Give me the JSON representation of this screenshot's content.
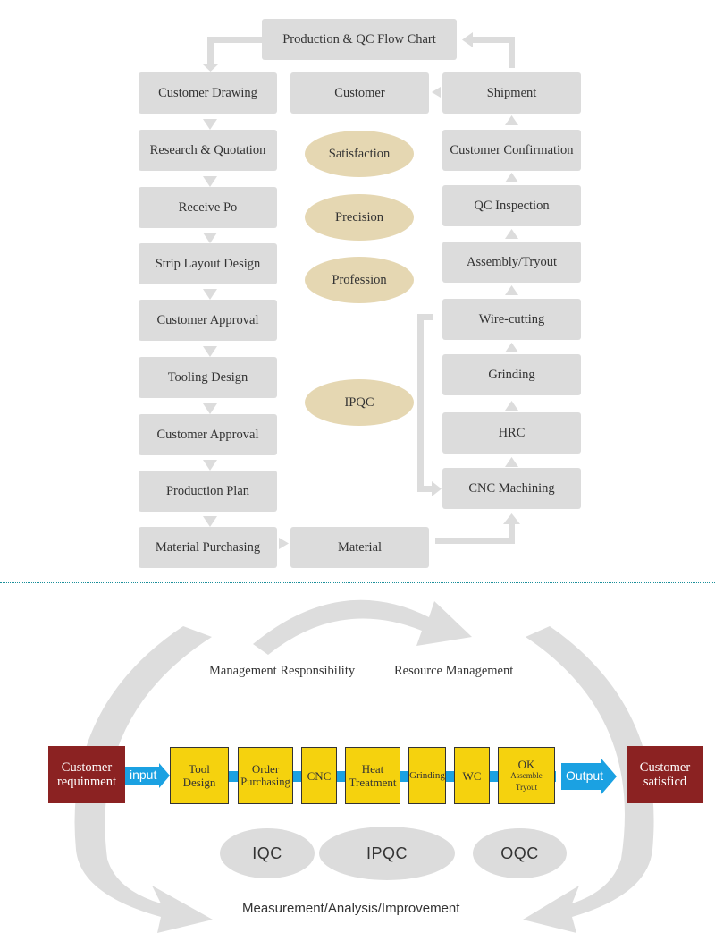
{
  "flow": {
    "title": "Production & QC Flow Chart",
    "left_column": [
      "Customer Drawing",
      "Research & Quotation",
      "Receive Po",
      "Strip Layout Design",
      "Customer Approval",
      "Tooling Design",
      "Customer Approval",
      "Production Plan",
      "Material Purchasing"
    ],
    "center": {
      "customer": "Customer",
      "material": "Material"
    },
    "right_column": [
      "Shipment",
      "Customer Confirmation",
      "QC Inspection",
      "Assembly/Tryout",
      "Wire-cutting",
      "Grinding",
      "HRC",
      "CNC Machining"
    ],
    "ovals": [
      "Satisfaction",
      "Precision",
      "Profession",
      "IPQC"
    ]
  },
  "qms": {
    "management": "Management Responsibility",
    "resource": "Resource Management",
    "measurement": "Measurement/Analysis/Improvement",
    "customer_in": {
      "line1": "Customer",
      "line2": "requinment"
    },
    "customer_out": {
      "line1": "Customer",
      "line2": "satisficd"
    },
    "input": "input",
    "output": "Output",
    "steps": [
      {
        "line1": "Tool",
        "line2": "Design"
      },
      {
        "line1": "Order",
        "line2": "Purchasing"
      },
      {
        "line1": "CNC",
        "line2": ""
      },
      {
        "line1": "Heat",
        "line2": "Treatment"
      },
      {
        "line1": "Grinding",
        "line2": ""
      },
      {
        "line1": "WC",
        "line2": ""
      },
      {
        "line1": "OK",
        "line2": "Assemble",
        "line3": "Tryout"
      }
    ],
    "qc": [
      "IQC",
      "IPQC",
      "OQC"
    ],
    "colors": {
      "step": "#f5d20e",
      "customer": "#8b2222",
      "connector": "#1ba1e2",
      "box": "#dcdcdc",
      "oval": "#e5d7b2"
    }
  }
}
